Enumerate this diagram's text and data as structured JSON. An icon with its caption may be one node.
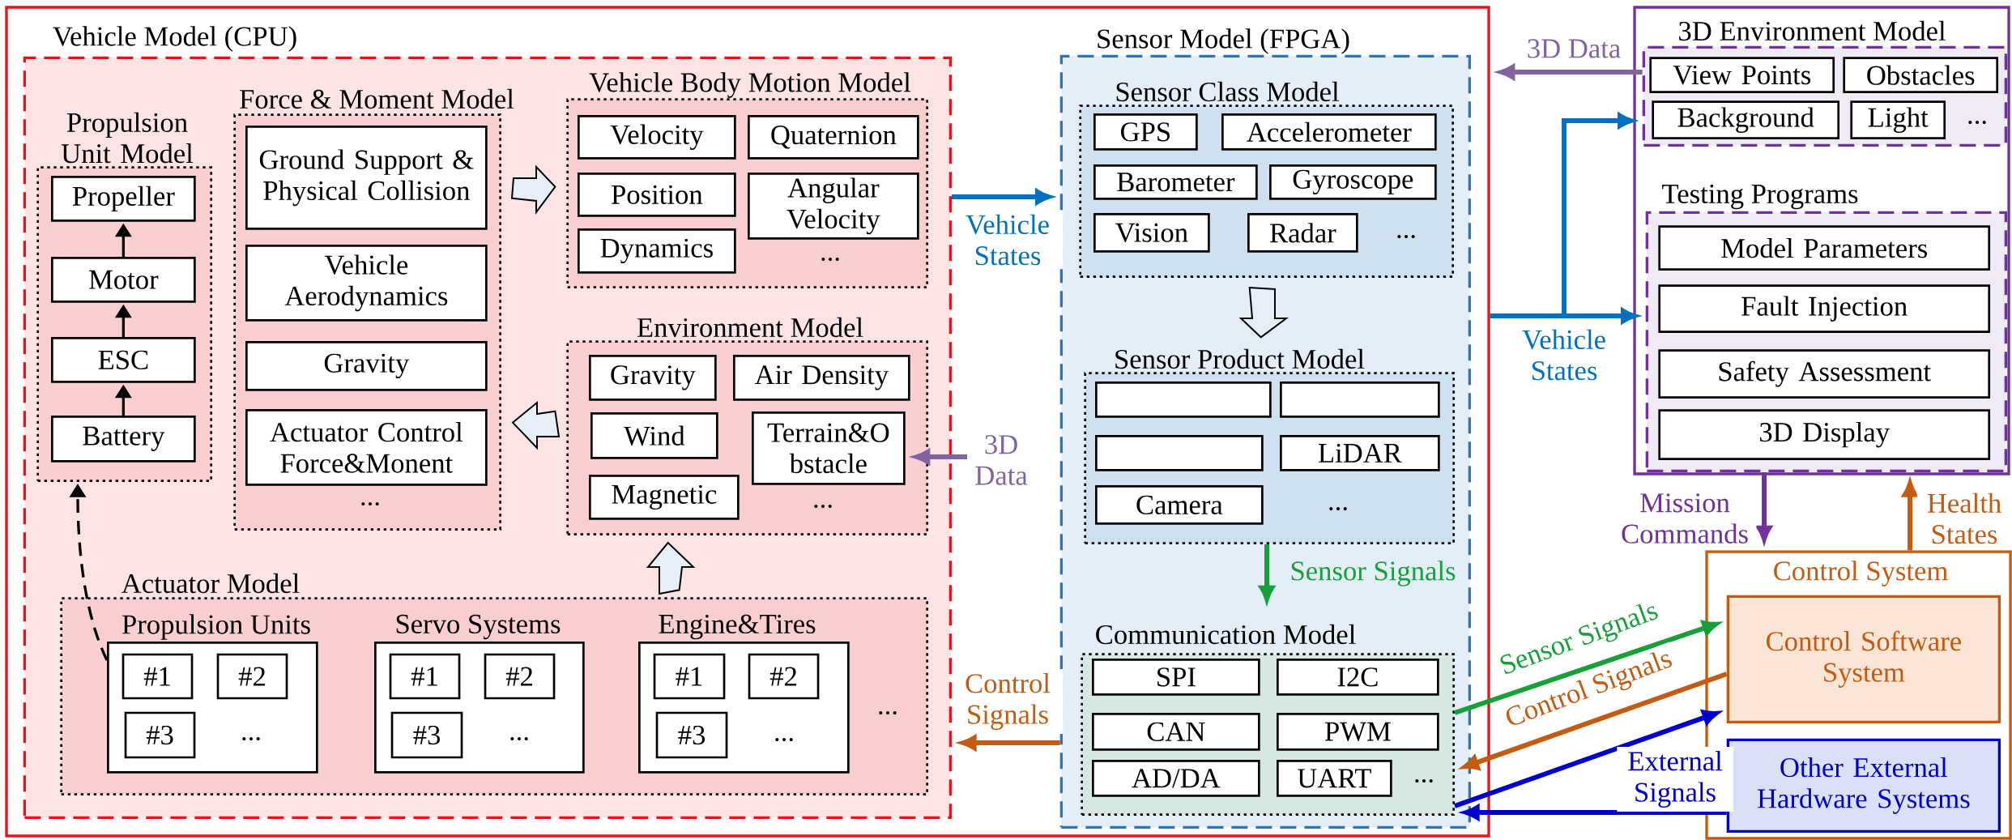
{
  "diagram": {
    "nodes": [
      {
        "text": [],
        "shape": "box"
      },
      {
        "text": [
          "Vehicle Model (CPU)"
        ],
        "in": 0
      },
      {
        "text": [
          "Propulsion Unit Model"
        ],
        "in": 1
      },
      {
        "text": [
          "Propeller"
        ],
        "in": 2
      },
      {
        "text": [
          "Motor"
        ],
        "in": 2
      },
      {
        "text": [
          "ESC"
        ],
        "in": 2
      },
      {
        "text": [
          "Battery"
        ],
        "in": 2
      },
      {
        "text": [
          "Force & Moment Model",
          "..."
        ],
        "in": 1
      },
      {
        "text": [
          "Ground Support & Physical Collision"
        ],
        "in": 7
      },
      {
        "text": [
          "Vehicle Aerodynamics"
        ],
        "in": 7
      },
      {
        "text": [
          "Gravity"
        ],
        "in": 7
      },
      {
        "text": [
          "Actuator Control Force&Monent"
        ],
        "in": 7
      },
      {
        "text": [
          "Vehicle Body Motion Model",
          "..."
        ],
        "in": 1
      },
      {
        "text": [
          "Velocity"
        ],
        "in": 12
      },
      {
        "text": [
          "Quaternion"
        ],
        "in": 12
      },
      {
        "text": [
          "Position"
        ],
        "in": 12
      },
      {
        "text": [
          "Angular Velocity"
        ],
        "in": 12
      },
      {
        "text": [
          "Dynamics"
        ],
        "in": 12
      },
      {
        "text": [
          "Environment Model",
          "..."
        ],
        "in": 1
      },
      {
        "text": [
          "Gravity"
        ],
        "in": 18
      },
      {
        "text": [
          "Air Density"
        ],
        "in": 18
      },
      {
        "text": [
          "Wind"
        ],
        "in": 18
      },
      {
        "text": [
          "Terrain&O bstacle"
        ],
        "in": 18
      },
      {
        "text": [
          "Magnetic"
        ],
        "in": 18
      },
      {
        "text": [
          "Actuator Model",
          "..."
        ],
        "in": 1
      },
      {
        "text": [
          "Propulsion Units",
          "..."
        ],
        "in": 24
      },
      {
        "text": [
          "#1"
        ],
        "in": 25
      },
      {
        "text": [
          "#2"
        ],
        "in": 25
      },
      {
        "text": [
          "#3"
        ],
        "in": 25
      },
      {
        "text": [
          "Servo Systems",
          "..."
        ],
        "in": 24
      },
      {
        "text": [
          "#1"
        ],
        "in": 29
      },
      {
        "text": [
          "#2"
        ],
        "in": 29
      },
      {
        "text": [
          "#3"
        ],
        "in": 29
      },
      {
        "text": [
          "Engine&Tires",
          "..."
        ],
        "in": 24
      },
      {
        "text": [
          "#1"
        ],
        "in": 33
      },
      {
        "text": [
          "#2"
        ],
        "in": 33
      },
      {
        "text": [
          "#3"
        ],
        "in": 33
      },
      {
        "text": [
          "Sensor Model (FPGA)"
        ],
        "in": 0
      },
      {
        "text": [
          "Sensor Class Model",
          "..."
        ],
        "in": 37
      },
      {
        "text": [
          "GPS"
        ],
        "in": 38
      },
      {
        "text": [
          "Accelerometer"
        ],
        "in": 38
      },
      {
        "text": [
          "Barometer"
        ],
        "in": 38
      },
      {
        "text": [
          "Gyroscope"
        ],
        "in": 38
      },
      {
        "text": [
          "Vision"
        ],
        "in": 38
      },
      {
        "text": [
          "Radar"
        ],
        "in": 38
      },
      {
        "text": [
          "Sensor Product Model",
          "..."
        ],
        "in": 37
      },
      {
        "text": [],
        "shape": "box",
        "in": 45
      },
      {
        "text": [],
        "shape": "box",
        "in": 45
      },
      {
        "text": [],
        "shape": "box",
        "in": 45
      },
      {
        "text": [
          "LiDAR"
        ],
        "in": 45
      },
      {
        "text": [
          "Camera"
        ],
        "in": 45
      },
      {
        "text": [
          "Communication Model",
          "..."
        ],
        "in": 37
      },
      {
        "text": [
          "SPI"
        ],
        "in": 51
      },
      {
        "text": [
          "I2C"
        ],
        "in": 51
      },
      {
        "text": [
          "CAN"
        ],
        "in": 51
      },
      {
        "text": [
          "PWM"
        ],
        "in": 51
      },
      {
        "text": [
          "AD/DA"
        ],
        "in": 51
      },
      {
        "text": [
          "UART"
        ],
        "in": 51
      },
      {
        "text": [],
        "shape": "box"
      },
      {
        "text": [
          "3D Environment Model",
          "..."
        ],
        "in": 58
      },
      {
        "text": [
          "View Points"
        ],
        "in": 59
      },
      {
        "text": [
          "Obstacles"
        ],
        "in": 59
      },
      {
        "text": [
          "Background"
        ],
        "in": 59
      },
      {
        "text": [
          "Light"
        ],
        "in": 59
      },
      {
        "text": [
          "Testing Programs"
        ],
        "in": 58
      },
      {
        "text": [
          "Model Parameters"
        ],
        "in": 64
      },
      {
        "text": [
          "Fault Injection"
        ],
        "in": 64
      },
      {
        "text": [
          "Safety Assessment"
        ],
        "in": 64
      },
      {
        "text": [
          "3D Display"
        ],
        "in": 64
      },
      {
        "text": [
          "Control System"
        ]
      },
      {
        "text": [
          "Control Software System"
        ],
        "in": 69
      },
      {
        "text": [
          "Other External Hardware Systems"
        ],
        "in": 69
      }
    ],
    "edges": [
      {
        "from": 6,
        "to": 5,
        "arrow": "to"
      },
      {
        "from": 5,
        "to": 4,
        "arrow": "to"
      },
      {
        "from": 4,
        "to": 3,
        "arrow": "to"
      },
      {
        "from": 25,
        "to": 2,
        "arrow": "to",
        "style": "dashed"
      },
      {
        "from": 7,
        "to": 12,
        "arrow": "to",
        "style": "thick"
      },
      {
        "from": 18,
        "to": 7,
        "arrow": "to",
        "style": "thick"
      },
      {
        "from": 24,
        "to": 18,
        "arrow": "to",
        "style": "thick"
      },
      {
        "from": 38,
        "to": 45,
        "arrow": "to",
        "style": "thick"
      },
      {
        "from": 1,
        "to": 37,
        "arrow": "to",
        "label": "Vehicle States",
        "color": "#0070c0"
      },
      {
        "from": 0,
        "to": 59,
        "arrow": "to",
        "color": "#0070c0"
      },
      {
        "from": 0,
        "to": 64,
        "arrow": "to",
        "label": "Vehicle States",
        "color": "#0070c0"
      },
      {
        "from": 59,
        "to": 0,
        "arrow": "to",
        "label": "3D Data",
        "color": "#8064a2"
      },
      {
        "from": null,
        "to": 22,
        "arrow": "to",
        "label": "3D Data",
        "color": "#8064a2"
      },
      {
        "from": 45,
        "to": 51,
        "arrow": "to",
        "label": "Sensor Signals",
        "color": "#16a037"
      },
      {
        "from": 37,
        "to": 1,
        "arrow": "to",
        "label": "Control Signals",
        "color": "#c55a11"
      },
      {
        "from": 51,
        "to": 70,
        "arrow": "to",
        "label": "Sensor Signals",
        "color": "#16a037"
      },
      {
        "from": 70,
        "to": 51,
        "arrow": "to",
        "label": "Control Signals",
        "color": "#c55a11"
      },
      {
        "from": 51,
        "to": 70,
        "arrow": "to",
        "color": "#0000cc"
      },
      {
        "from": 71,
        "to": 51,
        "arrow": "to",
        "label": "External Signals",
        "color": "#0000cc"
      },
      {
        "from": 64,
        "to": 69,
        "arrow": "to",
        "label": "Mission Commands",
        "color": "#7030a0"
      },
      {
        "from": 69,
        "to": 64,
        "arrow": "to",
        "label": "Health States",
        "color": "#c55a11"
      }
    ]
  }
}
